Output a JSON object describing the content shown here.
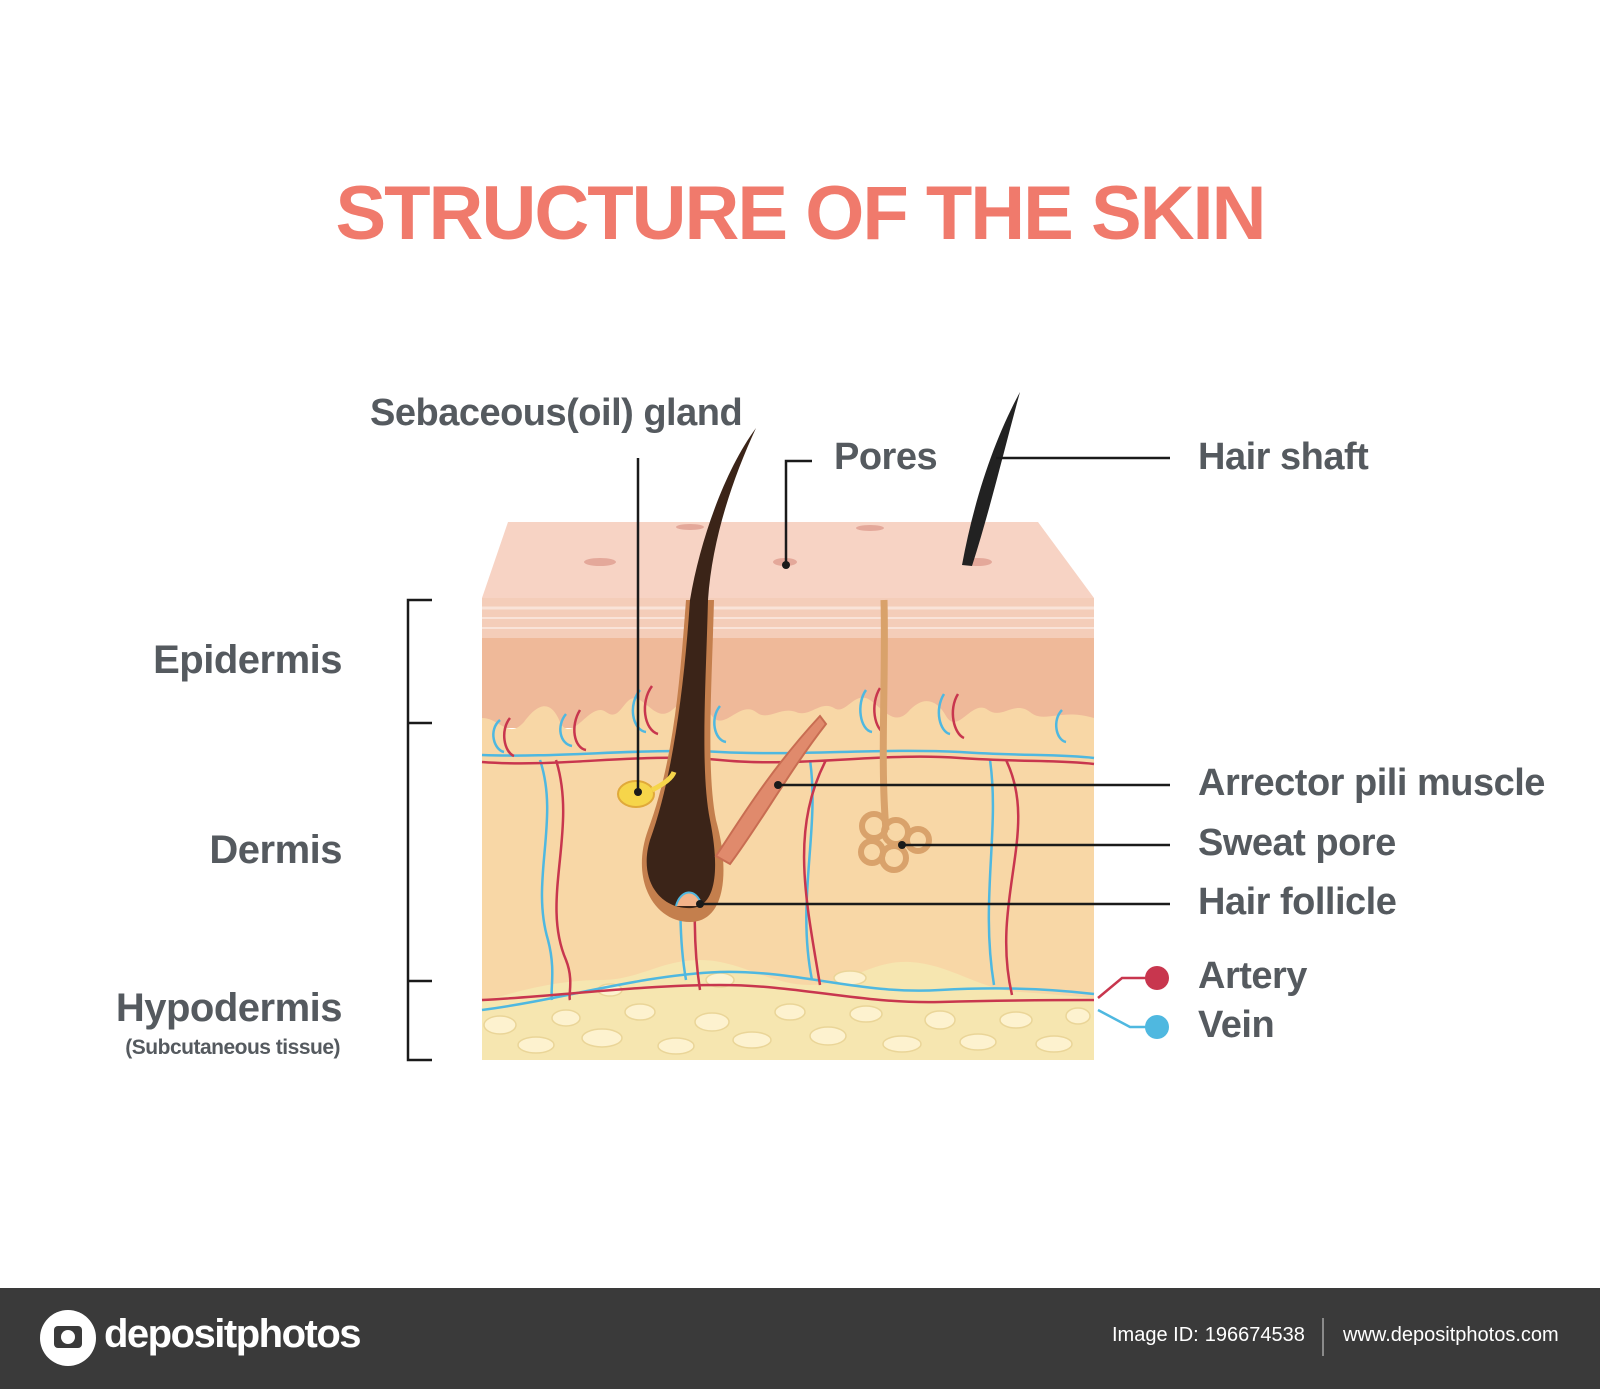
{
  "title": "STRUCTURE OF THE SKIN",
  "layers": {
    "epidermis": "Epidermis",
    "dermis": "Dermis",
    "hypodermis": "Hypodermis",
    "hypodermis_sub": "(Subcutaneous tissue)"
  },
  "callouts": {
    "sebaceous": "Sebaceous(oil) gland",
    "pores": "Pores",
    "hair_shaft": "Hair shaft",
    "arrector": "Arrector pili muscle",
    "sweat_pore": "Sweat pore",
    "hair_follicle": "Hair follicle",
    "artery": "Artery",
    "vein": "Vein"
  },
  "colors": {
    "title": "#f07a6c",
    "label": "#555a5f",
    "artery": "#c8364e",
    "vein": "#4fb8e0",
    "hair": "#3b2418",
    "fat": "#f6e6b0"
  },
  "footer": {
    "brand": "depositphotos",
    "image_id_label": "Image ID:",
    "image_id": "196674538",
    "url": "www.depositphotos.com"
  }
}
